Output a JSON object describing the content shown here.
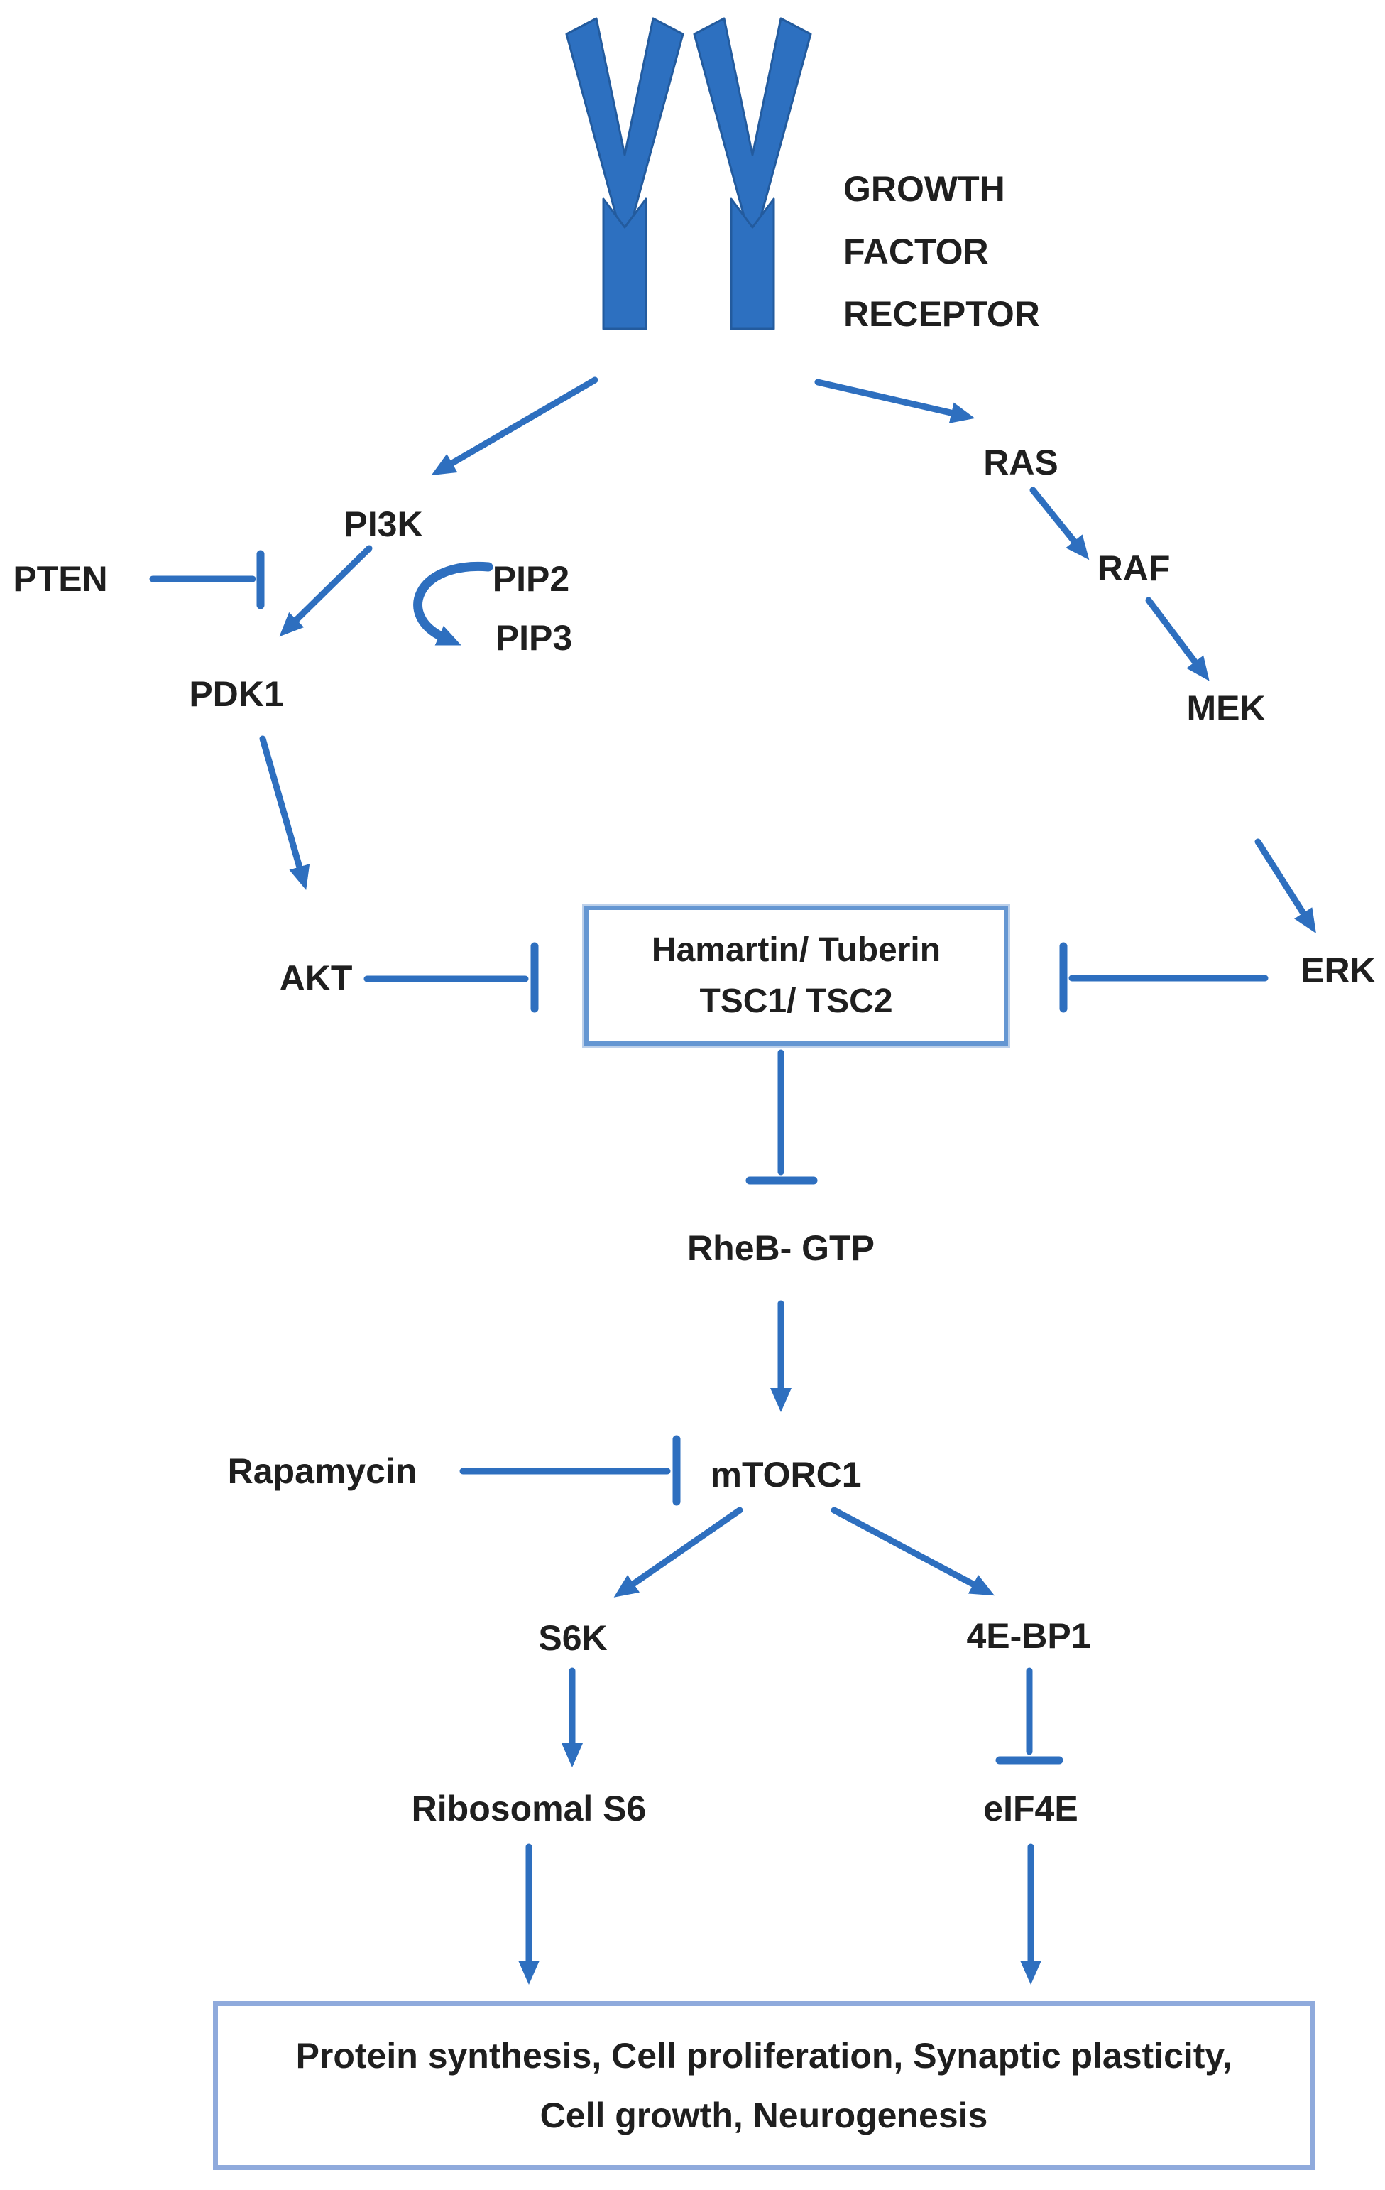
{
  "diagram": {
    "receptor": {
      "icon": "growth-factor-receptor-icon",
      "label": "GROWTH\nFACTOR\nRECEPTOR"
    },
    "nodes": {
      "pi3k": "PI3K",
      "pten": "PTEN",
      "pip2": "PIP2",
      "pip3": "PIP3",
      "pdk1": "PDK1",
      "akt": "AKT",
      "ras": "RAS",
      "raf": "RAF",
      "mek": "MEK",
      "erk": "ERK",
      "rheb": "RheB- GTP",
      "rapamycin": "Rapamycin",
      "mtorc1": "mTORC1",
      "s6k": "S6K",
      "fourebp1": "4E-BP1",
      "ribosomal_s6": "Ribosomal S6",
      "eif4e": "eIF4E"
    },
    "boxes": {
      "tsc": {
        "line1": "Hamartin/ Tuberin",
        "line2": "TSC1/ TSC2"
      },
      "outcome": {
        "line1": "Protein synthesis, Cell proliferation, Synaptic plasticity,",
        "line2": "Cell growth, Neurogenesis"
      }
    },
    "edges": [
      {
        "from": "Growth factor receptor",
        "to": "PI3K",
        "type": "activation"
      },
      {
        "from": "Growth factor receptor",
        "to": "RAS",
        "type": "activation"
      },
      {
        "from": "PTEN",
        "to": "PI3K",
        "type": "inhibition"
      },
      {
        "from": "PI3K",
        "to": "PDK1",
        "type": "activation"
      },
      {
        "from": "PIP2",
        "to": "PIP3",
        "type": "conversion"
      },
      {
        "from": "PDK1",
        "to": "AKT",
        "type": "activation"
      },
      {
        "from": "AKT",
        "to": "Hamartin/Tuberin TSC1/TSC2",
        "type": "inhibition"
      },
      {
        "from": "RAS",
        "to": "RAF",
        "type": "activation"
      },
      {
        "from": "RAF",
        "to": "MEK",
        "type": "activation"
      },
      {
        "from": "MEK",
        "to": "ERK",
        "type": "activation"
      },
      {
        "from": "ERK",
        "to": "Hamartin/Tuberin TSC1/TSC2",
        "type": "inhibition"
      },
      {
        "from": "Hamartin/Tuberin TSC1/TSC2",
        "to": "RheB- GTP",
        "type": "inhibition"
      },
      {
        "from": "RheB- GTP",
        "to": "mTORC1",
        "type": "activation"
      },
      {
        "from": "Rapamycin",
        "to": "mTORC1",
        "type": "inhibition"
      },
      {
        "from": "mTORC1",
        "to": "S6K",
        "type": "activation"
      },
      {
        "from": "mTORC1",
        "to": "4E-BP1",
        "type": "activation"
      },
      {
        "from": "S6K",
        "to": "Ribosomal S6",
        "type": "activation"
      },
      {
        "from": "4E-BP1",
        "to": "eIF4E",
        "type": "inhibition"
      },
      {
        "from": "Ribosomal S6",
        "to": "Outcome box",
        "type": "activation"
      },
      {
        "from": "eIF4E",
        "to": "Outcome box",
        "type": "activation"
      }
    ],
    "colors": {
      "arrow_blue": "#2e6fbf",
      "receptor_fill": "#2d70c0",
      "receptor_stroke": "#235b9e",
      "tsc_box_border": "#6496d2",
      "outcome_box_border": "#8faadc",
      "text": "#1f1f1f",
      "background": "#ffffff"
    }
  }
}
